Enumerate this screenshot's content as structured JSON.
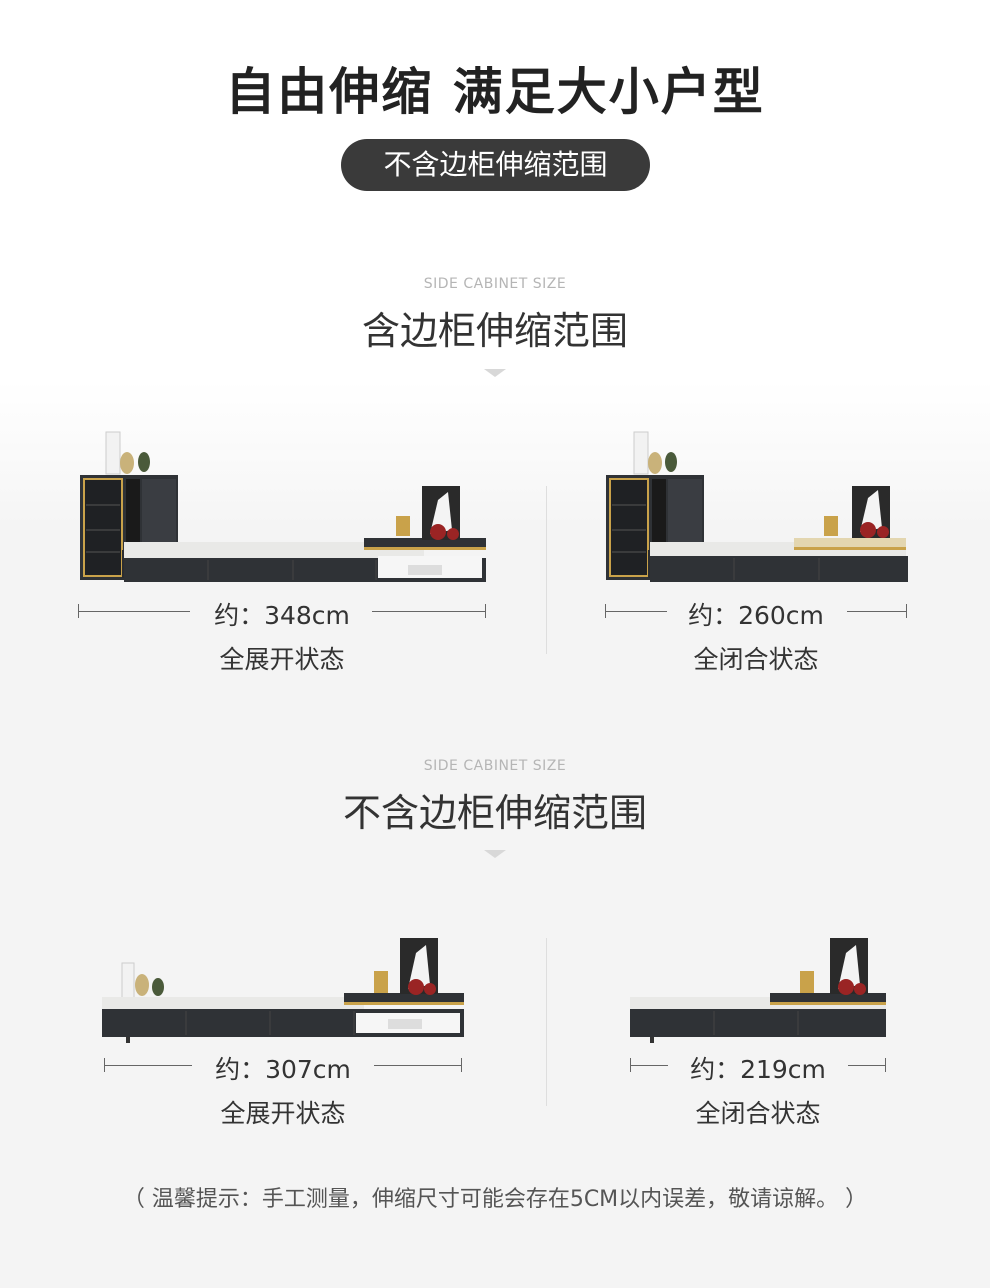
{
  "header": {
    "title": "自由伸缩 满足大小户型",
    "badge": "不含边柜伸缩范围"
  },
  "sections": [
    {
      "subtitle": "SIDE CABINET SIZE",
      "title": "含边柜伸缩范围",
      "items": [
        {
          "size": "约：348cm",
          "state": "全展开状态"
        },
        {
          "size": "约：260cm",
          "state": "全闭合状态"
        }
      ]
    },
    {
      "subtitle": "SIDE CABINET SIZE",
      "title": "不含边柜伸缩范围",
      "items": [
        {
          "size": "约：307cm",
          "state": "全展开状态"
        },
        {
          "size": "约：219cm",
          "state": "全闭合状态"
        }
      ]
    }
  ],
  "note": "（ 温馨提示：手工测量，伸缩尺寸可能会存在5CM以内误差，敬请谅解。 ）",
  "colors": {
    "dark": "#2f3236",
    "gold": "#c9a24a",
    "marble": "#e9e9e7",
    "badge": "#3a3a3a"
  }
}
